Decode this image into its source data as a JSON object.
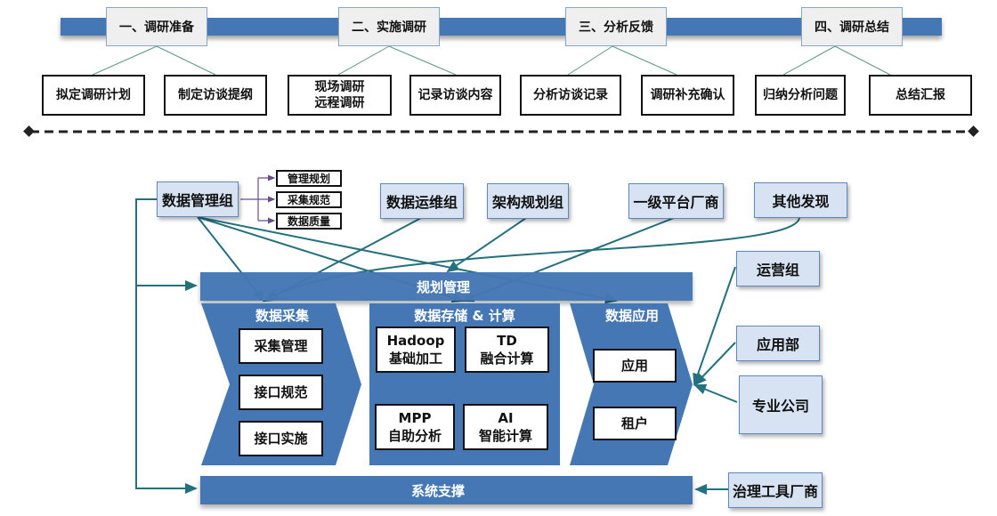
{
  "phases": [
    {
      "label": "一、调研准备",
      "tasks": [
        "拟定调研计划",
        "制定访谈提纲"
      ]
    },
    {
      "label": "二、实施调研",
      "tasks": [
        "现场调研\n远程调研",
        "记录访谈内容"
      ]
    },
    {
      "label": "三、分析反馈",
      "tasks": [
        "分析访谈记录",
        "调研补充确认"
      ]
    },
    {
      "label": "四、调研总结",
      "tasks": [
        "归纳分析问题",
        "总结汇报"
      ]
    }
  ],
  "groups": {
    "data_mgmt": "数据管理组",
    "data_ops": "数据运维组",
    "arch_plan": "架构规划组",
    "platform_vendor": "一级平台厂商",
    "other_findings": "其他发现",
    "ops_team": "运营组",
    "app_dept": "应用部",
    "prof_company": "专业公司",
    "gov_tool_vendor": "治理工具厂商"
  },
  "data_mgmt_items": [
    "管理规划",
    "采集规范",
    "数据质量"
  ],
  "bands": {
    "planning": "规划管理",
    "system_support": "系统支撑"
  },
  "columns": {
    "collection": {
      "title": "数据采集",
      "items": [
        "采集管理",
        "接口规范",
        "接口实施"
      ]
    },
    "storage": {
      "title": "数据存储 & 计算",
      "items": [
        "Hadoop\n基础加工",
        "TD\n融合计算",
        "MPP\n自助分析",
        "AI\n智能计算"
      ]
    },
    "application": {
      "title": "数据应用",
      "items": [
        "应用",
        "租户"
      ]
    }
  },
  "colors": {
    "band_blue": "#4577b4",
    "group_fill": "#d7e3f2",
    "connector": "#23707e",
    "sub_connector": "#6a4c8c"
  }
}
